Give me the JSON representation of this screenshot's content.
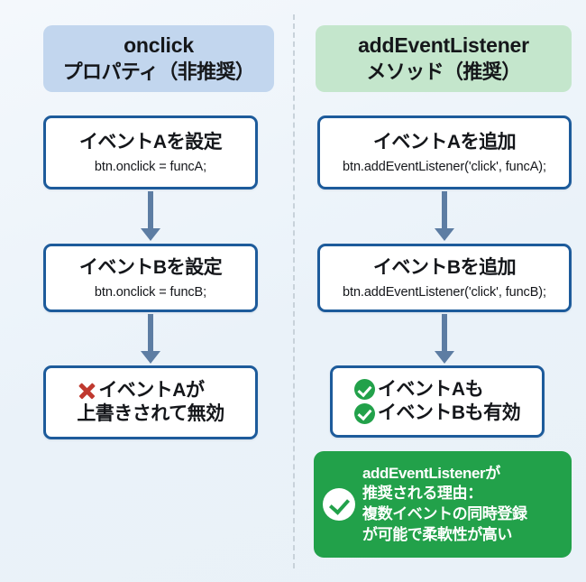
{
  "columns": {
    "left": {
      "header": {
        "line1": "onclick",
        "line2": "プロパティ（非推奨）",
        "bg_color": "#c2d6ee"
      },
      "steps": [
        {
          "title": "イベントAを設定",
          "code": "btn.onclick = funcA;"
        },
        {
          "title": "イベントBを設定",
          "code": "btn.onclick = funcB;"
        }
      ],
      "result": {
        "icon": "x-mark-icon",
        "line1": "イベントAが",
        "line2": "上書きされて無効",
        "icon_color": "#c0392f"
      }
    },
    "right": {
      "header": {
        "line1": "addEventListener",
        "line2": "メソッド（推奨）",
        "bg_color": "#c4e6cc"
      },
      "steps": [
        {
          "title": "イベントAを追加",
          "code": "btn.addEventListener('click', funcA);"
        },
        {
          "title": "イベントBを追加",
          "code": "btn.addEventListener('click', funcB);"
        }
      ],
      "result": {
        "icon": "check-circle-icon",
        "line1": "イベントAも",
        "line2": "イベントBも有効",
        "icon_color": "#22a14a"
      },
      "callout": {
        "icon": "check-circle-icon",
        "bg_color": "#22a14a",
        "lines": [
          "addEventListenerが",
          "推奨される理由：",
          "複数イベントの同時登録",
          "が可能で柔軟性が高い"
        ]
      }
    }
  },
  "style": {
    "node_border_color": "#1d5b9b",
    "arrow_color": "#5d7da3",
    "divider_color": "#c8d2da",
    "page_background": "#eef4fa"
  }
}
